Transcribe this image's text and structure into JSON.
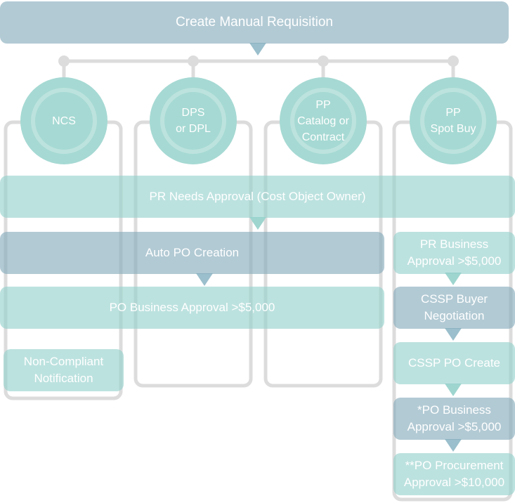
{
  "colors": {
    "blue_box": "#82aaba",
    "teal_box": "#93d0cc",
    "connector": "#dcdcdc",
    "circle": "#9fd5cf",
    "text": "#ffffff"
  },
  "diagram": {
    "root": "Create Manual Requisition",
    "branches": [
      {
        "label": "NCS"
      },
      {
        "label": "DPS\nor DPL"
      },
      {
        "label": "PP\nCatalog or\nContract"
      },
      {
        "label": "PP\nSpot Buy"
      }
    ],
    "shared_steps": {
      "pr_approval": "PR Needs Approval (Cost Object Owner)",
      "auto_po": "Auto PO Creation",
      "po_business": "PO Business Approval >$5,000"
    },
    "ncs_steps": {
      "non_compliant": "Non-Compliant\nNotification"
    },
    "spot_buy_steps": {
      "pr_business": "PR Business\nApproval >$5,000",
      "cssp_negotiation": "CSSP Buyer\nNegotiation",
      "cssp_po_create": "CSSP PO Create",
      "po_business_star": "*PO Business\nApproval >$5,000",
      "po_procurement": "**PO Procurement\nApproval >$10,000"
    }
  }
}
